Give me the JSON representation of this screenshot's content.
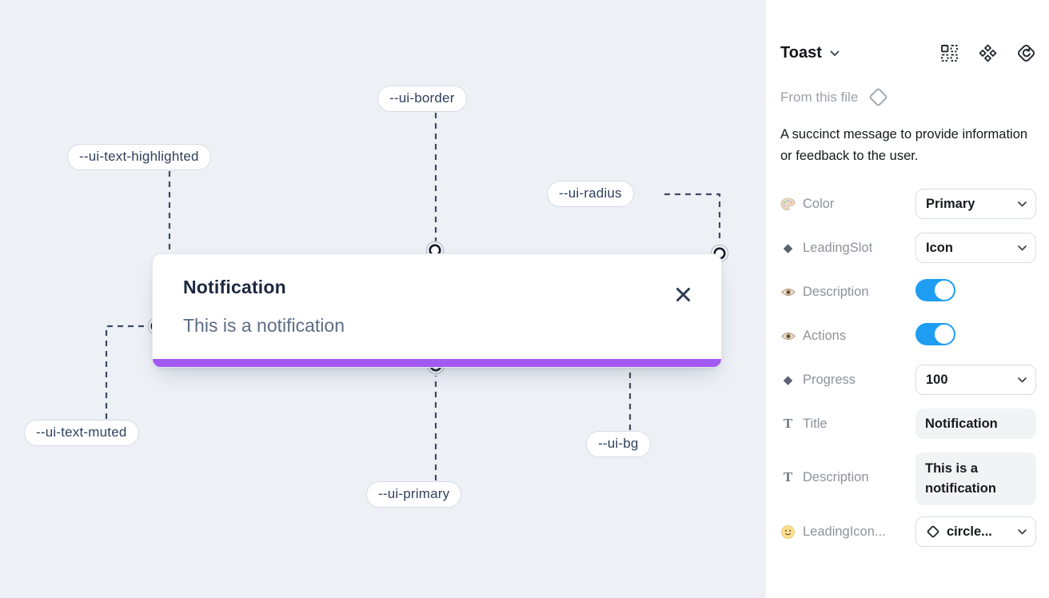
{
  "colors": {
    "canvas_bg": "#edf1f6",
    "primary_purple": "#a259f1",
    "toggle_on_blue": "#1e9df2",
    "toast_title_text": "#1d2840",
    "toast_muted_text": "#5d6d85",
    "annotation_line": "#3c4a63"
  },
  "canvas": {
    "toast": {
      "title": "Notification",
      "description": "This is a notification"
    },
    "annotations": {
      "border": "--ui-border",
      "text_highlighted": "--ui-text-highlighted",
      "radius": "--ui-radius",
      "text_muted": "--ui-text-muted",
      "primary": "--ui-primary",
      "bg": "--ui-bg"
    }
  },
  "panel": {
    "title": "Toast",
    "source_label": "From this file",
    "description": "A succinct message to provide information or feedback to the user.",
    "rows": {
      "color": {
        "label": "Color",
        "value": "Primary"
      },
      "leading_slot": {
        "label": "LeadingSlot",
        "value": "Icon"
      },
      "description_toggle": {
        "label": "Description",
        "state": "on"
      },
      "actions_toggle": {
        "label": "Actions",
        "state": "on"
      },
      "progress": {
        "label": "Progress",
        "value": "100"
      },
      "title_field": {
        "label": "Title",
        "value": "Notification"
      },
      "description_field": {
        "label": "Description",
        "value": "This is a notification"
      },
      "leading_icon": {
        "label": "LeadingIcon...",
        "value": "circle..."
      }
    }
  }
}
